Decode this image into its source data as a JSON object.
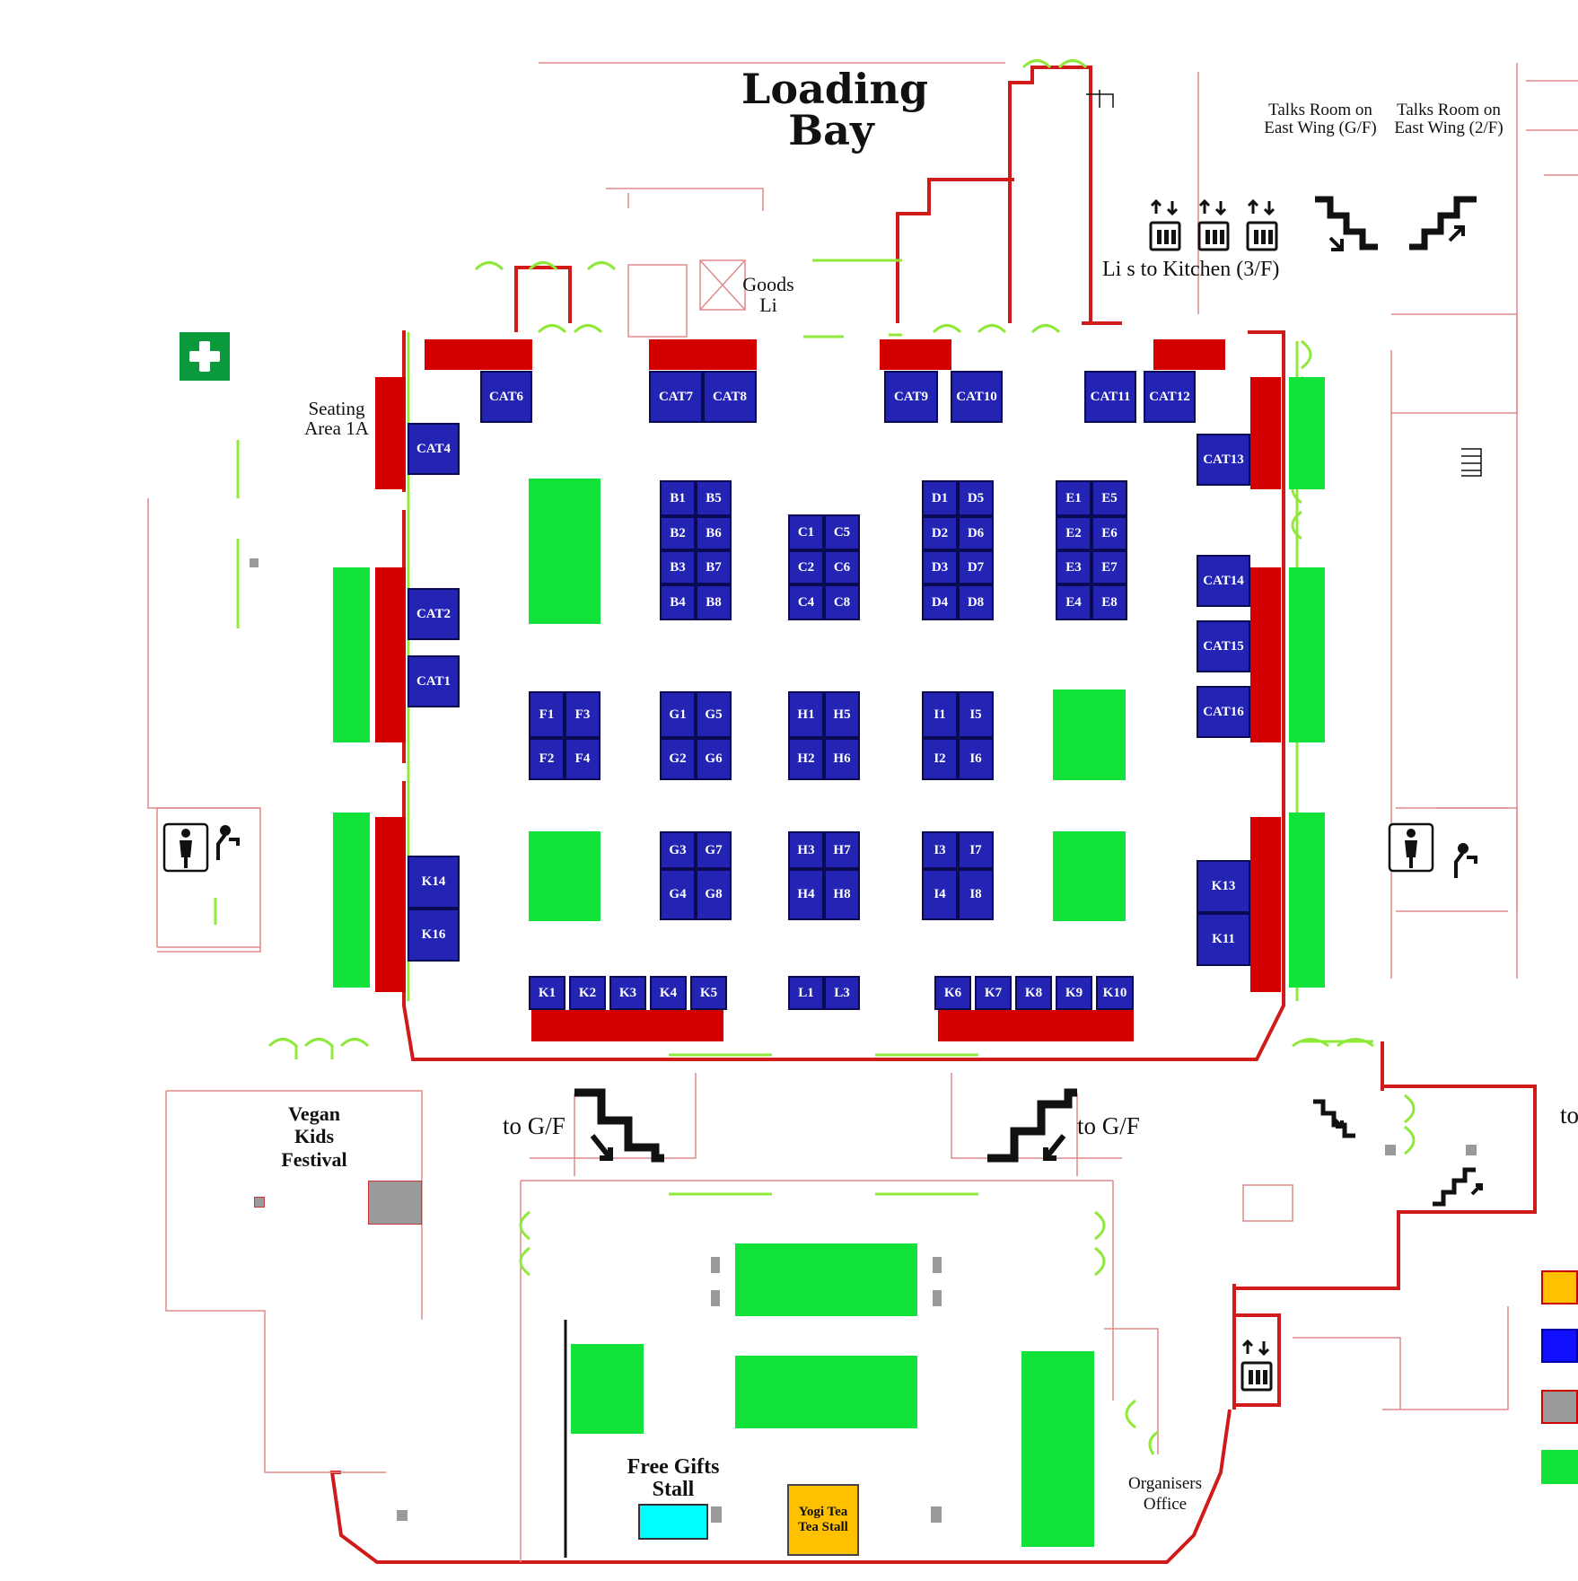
{
  "labels": {
    "loading_bay": "Loading Bay",
    "goods_lift": "Goods Li",
    "talks_gf": "Talks Room on East Wing (G/F)",
    "talks_2f": "Talks Room on East Wing (2/F)",
    "lifts_kitchen": "Li s to Kitchen (3/F)",
    "seating": "Seating Area 1A",
    "to_gf_left": "to G/F",
    "to_gf_right": "to G/F",
    "to_edge": "to",
    "vegan_kids": "Vegan Kids Festival",
    "free_gifts": "Free Gifts Stall",
    "yogi_tea": "Yogi Tea Tea Stall",
    "organisers": "Organisers Office"
  },
  "stalls": {
    "cat1": "CAT1",
    "cat2": "CAT2",
    "cat4": "CAT4",
    "cat6": "CAT6",
    "cat7": "CAT7",
    "cat8": "CAT8",
    "cat9": "CAT9",
    "cat10": "CAT10",
    "cat11": "CAT11",
    "cat12": "CAT12",
    "cat13": "CAT13",
    "cat14": "CAT14",
    "cat15": "CAT15",
    "cat16": "CAT16",
    "b1": "B1",
    "b2": "B2",
    "b3": "B3",
    "b4": "B4",
    "b5": "B5",
    "b6": "B6",
    "b7": "B7",
    "b8": "B8",
    "c1": "C1",
    "c2": "C2",
    "c4": "C4",
    "c5": "C5",
    "c6": "C6",
    "c8": "C8",
    "d1": "D1",
    "d2": "D2",
    "d3": "D3",
    "d4": "D4",
    "d5": "D5",
    "d6": "D6",
    "d7": "D7",
    "d8": "D8",
    "e1": "E1",
    "e2": "E2",
    "e3": "E3",
    "e4": "E4",
    "e5": "E5",
    "e6": "E6",
    "e7": "E7",
    "e8": "E8",
    "f1": "F1",
    "f2": "F2",
    "f3": "F3",
    "f4": "F4",
    "g1": "G1",
    "g2": "G2",
    "g3": "G3",
    "g4": "G4",
    "g5": "G5",
    "g6": "G6",
    "g7": "G7",
    "g8": "G8",
    "h1": "H1",
    "h2": "H2",
    "h3": "H3",
    "h4": "H4",
    "h5": "H5",
    "h6": "H6",
    "h7": "H7",
    "h8": "H8",
    "i1": "I1",
    "i2": "I2",
    "i3": "I3",
    "i4": "I4",
    "i5": "I5",
    "i6": "I6",
    "i7": "I7",
    "i8": "I8",
    "k1": "K1",
    "k2": "K2",
    "k3": "K3",
    "k4": "K4",
    "k5": "K5",
    "k6": "K6",
    "k7": "K7",
    "k8": "K8",
    "k9": "K9",
    "k10": "K10",
    "k11": "K11",
    "k13": "K13",
    "k14": "K14",
    "k16": "K16",
    "l1": "L1",
    "l3": "L3"
  },
  "colors": {
    "stall_blue": "#2323b4",
    "area_green": "#11e33a",
    "counter_red": "#d40000",
    "wall_red": "#d11a1a",
    "door_green": "#8fe83a",
    "grey": "#9a9a9a",
    "yellow": "#ffc000",
    "cyan": "#00ffff",
    "first_aid": "#0a9a3c"
  },
  "icons": [
    "first-aid-icon",
    "lift-icon",
    "stairs-down-icon",
    "stairs-up-icon",
    "toilet-icon",
    "water-fountain-icon"
  ]
}
